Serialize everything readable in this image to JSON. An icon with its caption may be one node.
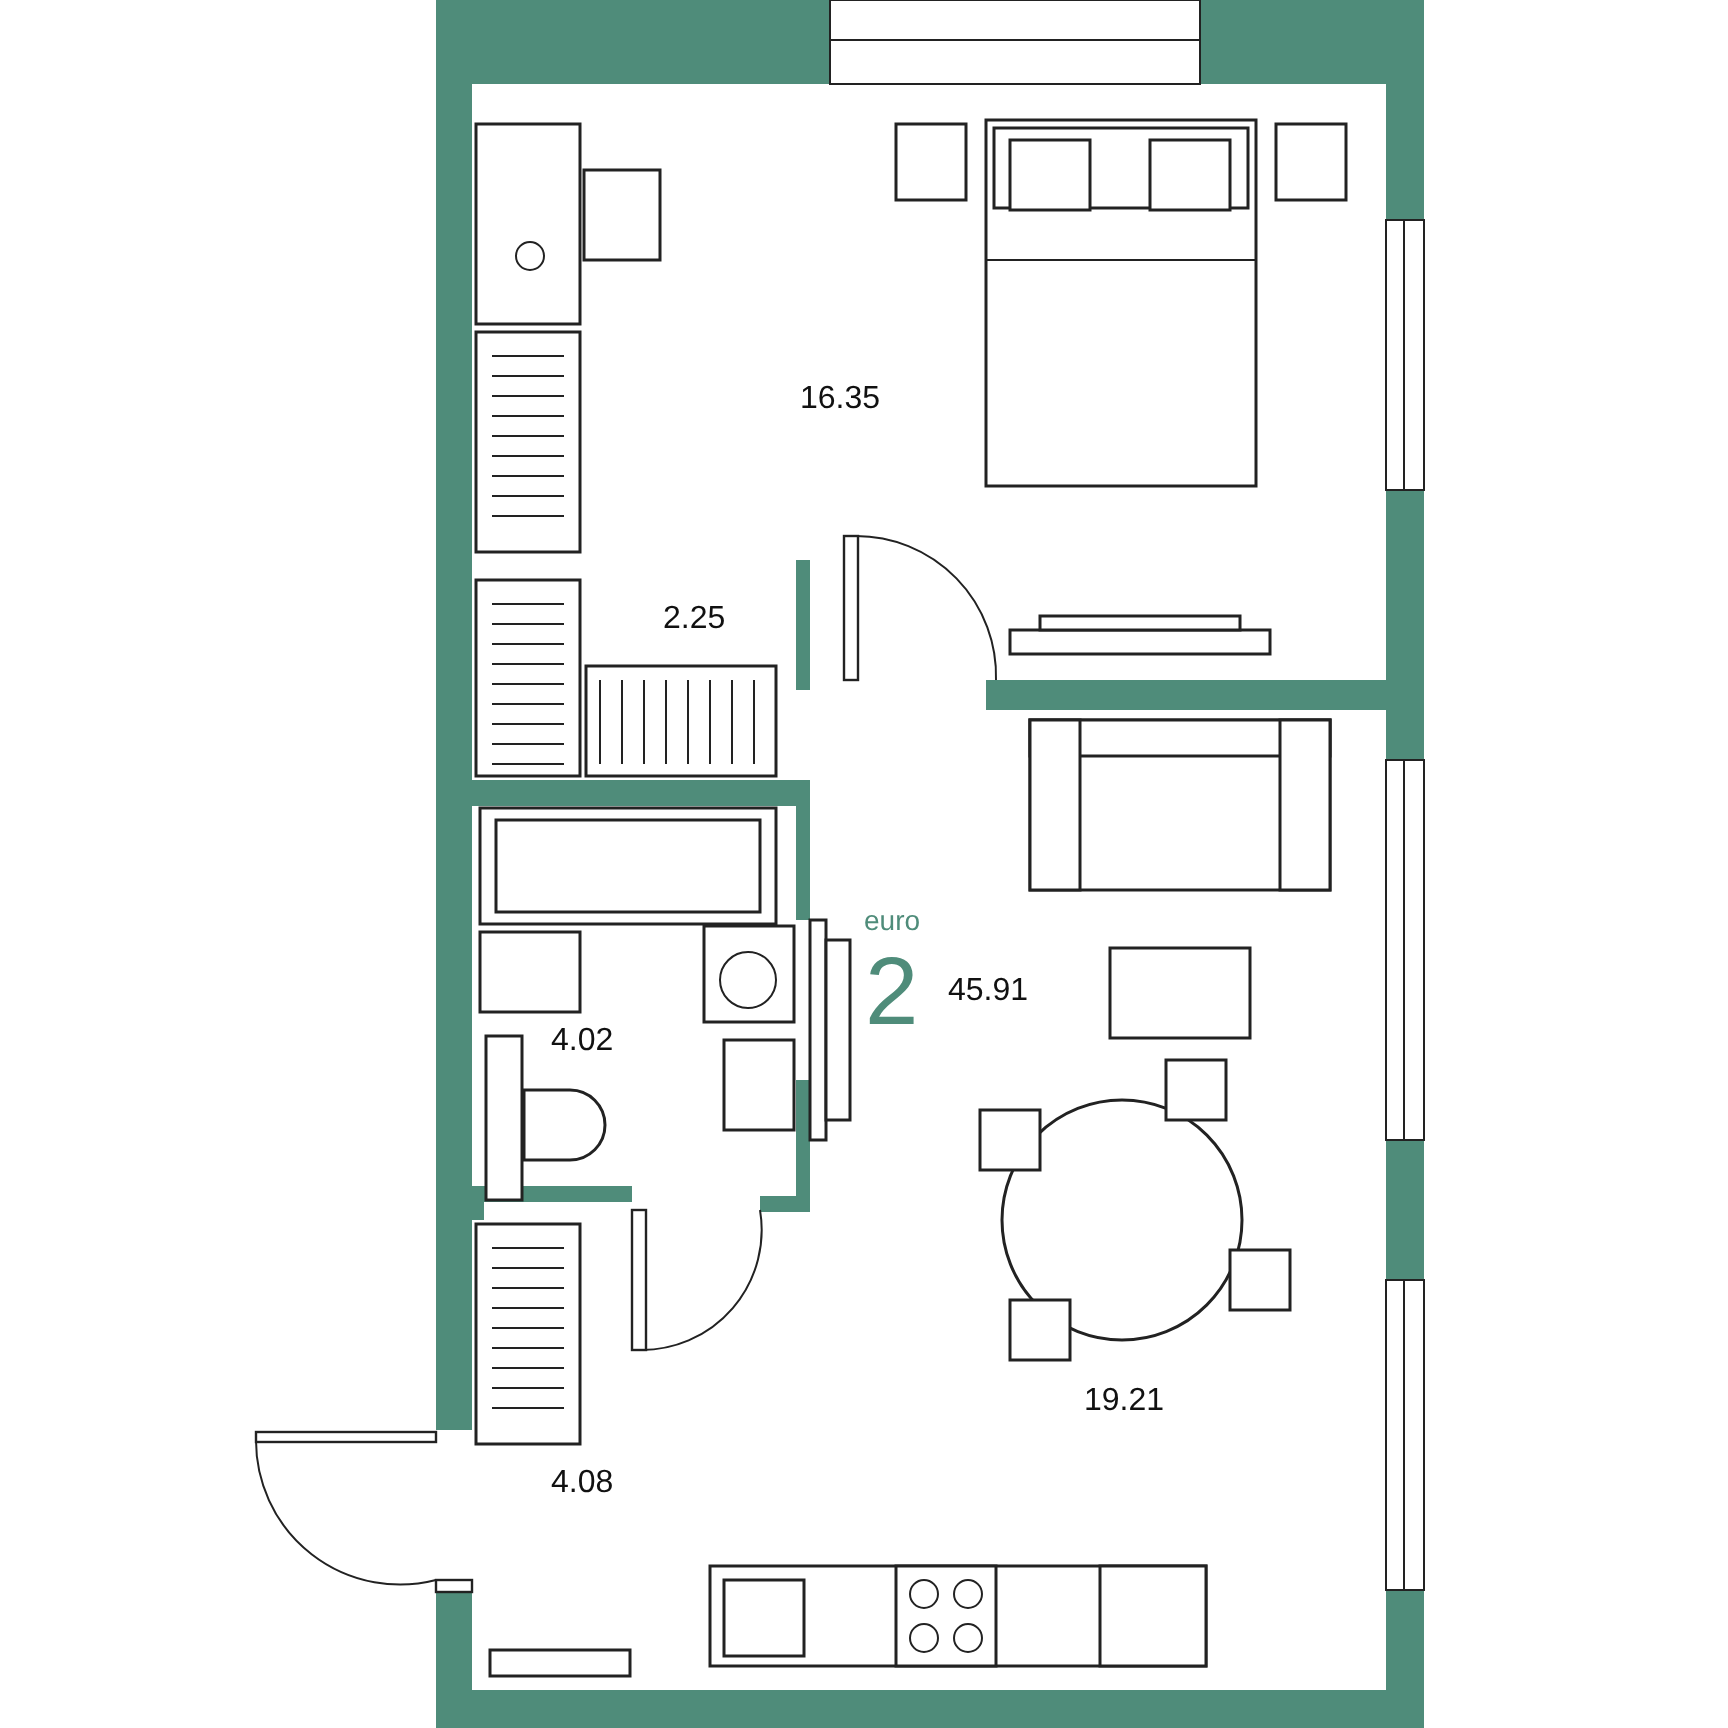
{
  "diagram": {
    "labels": [
      "16.35",
      "2.25",
      "euro",
      "2",
      "45.91",
      "4.02",
      "19.21",
      "4.08"
    ]
  }
}
